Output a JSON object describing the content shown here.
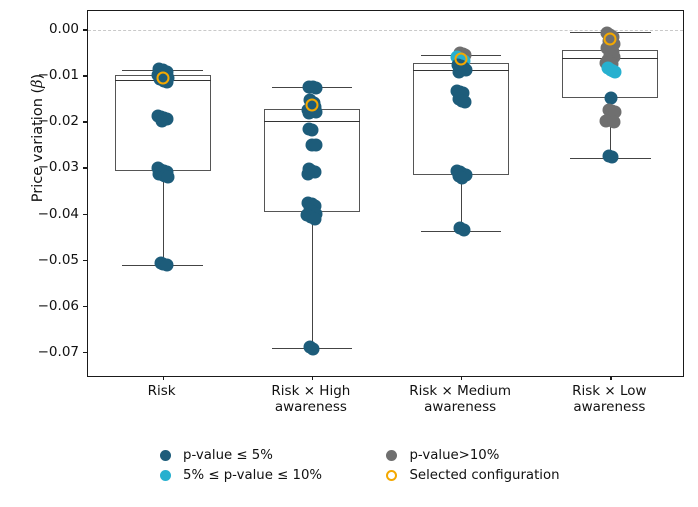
{
  "chart_data": {
    "type": "box",
    "title": "",
    "xlabel": "",
    "ylabel": "Price variation (β)",
    "ylim": [
      -0.0755,
      0.0042
    ],
    "yticks": [
      0.0,
      -0.01,
      -0.02,
      -0.03,
      -0.04,
      -0.05,
      -0.06,
      -0.07
    ],
    "ytick_labels": [
      "0.00",
      "−0.01",
      "−0.02",
      "−0.03",
      "−0.04",
      "−0.05",
      "−0.06",
      "−0.07"
    ],
    "grid": false,
    "zero_reference_line": 0.0,
    "legend_position": "below-axes",
    "categories": [
      "Risk",
      "Risk × High\nawareness",
      "Risk × Medium\nawareness",
      "Risk × Low\nawareness"
    ],
    "boxes": [
      {
        "category": "Risk",
        "whisker_low": -0.051,
        "q1": -0.0305,
        "median": -0.0108,
        "q3": -0.0098,
        "whisker_high": -0.0086,
        "selected_configuration": -0.0104
      },
      {
        "category": "Risk × High awareness",
        "whisker_low": -0.069,
        "q1": -0.0395,
        "median": -0.0196,
        "q3": -0.017,
        "whisker_high": -0.0123,
        "selected_configuration": -0.0163
      },
      {
        "category": "Risk × Medium awareness",
        "whisker_low": -0.0435,
        "q1": -0.0315,
        "median": -0.0086,
        "q3": -0.0072,
        "whisker_high": -0.0054,
        "selected_configuration": -0.0062
      },
      {
        "category": "Risk × Low awareness",
        "whisker_low": -0.0277,
        "q1": -0.0148,
        "median": -0.0059,
        "q3": -0.0043,
        "whisker_high": -0.0004,
        "selected_configuration": -0.0019
      }
    ],
    "points": [
      {
        "cat": 0,
        "v": -0.0083,
        "g": "sig",
        "j": -0.022
      },
      {
        "cat": 0,
        "v": -0.0086,
        "g": "sig",
        "j": 0.004
      },
      {
        "cat": 0,
        "v": -0.009,
        "g": "sig",
        "j": 0.026
      },
      {
        "cat": 0,
        "v": -0.0098,
        "g": "sig",
        "j": -0.03
      },
      {
        "cat": 0,
        "v": -0.01,
        "g": "sig",
        "j": -0.008
      },
      {
        "cat": 0,
        "v": -0.0102,
        "g": "sig",
        "j": 0.018
      },
      {
        "cat": 0,
        "v": -0.0104,
        "g": "sig",
        "j": 0.034
      },
      {
        "cat": 0,
        "v": -0.0106,
        "g": "sig",
        "j": -0.016
      },
      {
        "cat": 0,
        "v": -0.011,
        "g": "sig",
        "j": 0.01
      },
      {
        "cat": 0,
        "v": -0.0112,
        "g": "sig",
        "j": 0.03
      },
      {
        "cat": 0,
        "v": -0.0187,
        "g": "sig",
        "j": -0.028
      },
      {
        "cat": 0,
        "v": -0.0189,
        "g": "sig",
        "j": -0.012
      },
      {
        "cat": 0,
        "v": -0.0191,
        "g": "sig",
        "j": 0.008
      },
      {
        "cat": 0,
        "v": -0.0193,
        "g": "sig",
        "j": 0.026
      },
      {
        "cat": 0,
        "v": -0.0196,
        "g": "sig",
        "j": -0.004
      },
      {
        "cat": 0,
        "v": -0.03,
        "g": "sig",
        "j": -0.03
      },
      {
        "cat": 0,
        "v": -0.0303,
        "g": "sig",
        "j": -0.01
      },
      {
        "cat": 0,
        "v": -0.0305,
        "g": "sig",
        "j": 0.008
      },
      {
        "cat": 0,
        "v": -0.0307,
        "g": "sig",
        "j": 0.026
      },
      {
        "cat": 0,
        "v": -0.0312,
        "g": "sig",
        "j": -0.022
      },
      {
        "cat": 0,
        "v": -0.0315,
        "g": "sig",
        "j": 0.0
      },
      {
        "cat": 0,
        "v": -0.0317,
        "g": "sig",
        "j": 0.018
      },
      {
        "cat": 0,
        "v": -0.0319,
        "g": "sig",
        "j": 0.034
      },
      {
        "cat": 0,
        "v": -0.0506,
        "g": "sig",
        "j": -0.014
      },
      {
        "cat": 0,
        "v": -0.0508,
        "g": "sig",
        "j": 0.002
      },
      {
        "cat": 0,
        "v": -0.051,
        "g": "sig",
        "j": 0.028
      },
      {
        "cat": 1,
        "v": -0.0122,
        "g": "sig",
        "j": -0.02
      },
      {
        "cat": 1,
        "v": -0.0124,
        "g": "sig",
        "j": 0.01
      },
      {
        "cat": 1,
        "v": -0.0126,
        "g": "sig",
        "j": 0.026
      },
      {
        "cat": 1,
        "v": -0.0152,
        "g": "sig",
        "j": -0.014
      },
      {
        "cat": 1,
        "v": -0.0158,
        "g": "sig",
        "j": 0.012
      },
      {
        "cat": 1,
        "v": -0.0163,
        "g": "sig",
        "j": 0.0
      },
      {
        "cat": 1,
        "v": -0.0167,
        "g": "sig",
        "j": 0.022
      },
      {
        "cat": 1,
        "v": -0.0172,
        "g": "sig",
        "j": -0.026
      },
      {
        "cat": 1,
        "v": -0.0174,
        "g": "sig",
        "j": -0.006
      },
      {
        "cat": 1,
        "v": -0.0176,
        "g": "sig",
        "j": 0.014
      },
      {
        "cat": 1,
        "v": -0.0178,
        "g": "sig",
        "j": 0.03
      },
      {
        "cat": 1,
        "v": -0.018,
        "g": "sig",
        "j": -0.018
      },
      {
        "cat": 1,
        "v": -0.0214,
        "g": "sig",
        "j": -0.022
      },
      {
        "cat": 1,
        "v": -0.0216,
        "g": "sig",
        "j": 0.002
      },
      {
        "cat": 1,
        "v": -0.0248,
        "g": "sig",
        "j": 0.004
      },
      {
        "cat": 1,
        "v": -0.025,
        "g": "sig",
        "j": 0.026
      },
      {
        "cat": 1,
        "v": -0.0302,
        "g": "sig",
        "j": -0.018
      },
      {
        "cat": 1,
        "v": -0.0305,
        "g": "sig",
        "j": 0.002
      },
      {
        "cat": 1,
        "v": -0.0308,
        "g": "sig",
        "j": 0.022
      },
      {
        "cat": 1,
        "v": -0.0312,
        "g": "sig",
        "j": -0.028
      },
      {
        "cat": 1,
        "v": -0.0375,
        "g": "sig",
        "j": -0.026
      },
      {
        "cat": 1,
        "v": -0.0378,
        "g": "sig",
        "j": 0.004
      },
      {
        "cat": 1,
        "v": -0.0382,
        "g": "sig",
        "j": 0.024
      },
      {
        "cat": 1,
        "v": -0.039,
        "g": "sig",
        "j": -0.014
      },
      {
        "cat": 1,
        "v": -0.0394,
        "g": "sig",
        "j": 0.01
      },
      {
        "cat": 1,
        "v": -0.0398,
        "g": "sig",
        "j": 0.03
      },
      {
        "cat": 1,
        "v": -0.0402,
        "g": "sig",
        "j": -0.03
      },
      {
        "cat": 1,
        "v": -0.0406,
        "g": "sig",
        "j": -0.004
      },
      {
        "cat": 1,
        "v": -0.041,
        "g": "sig",
        "j": 0.018
      },
      {
        "cat": 1,
        "v": -0.0688,
        "g": "sig",
        "j": -0.014
      },
      {
        "cat": 1,
        "v": -0.0692,
        "g": "sig",
        "j": 0.006
      },
      {
        "cat": 2,
        "v": -0.005,
        "g": "ns",
        "j": -0.01
      },
      {
        "cat": 2,
        "v": -0.0052,
        "g": "ns",
        "j": 0.01
      },
      {
        "cat": 2,
        "v": -0.0054,
        "g": "ns",
        "j": 0.026
      },
      {
        "cat": 2,
        "v": -0.0058,
        "g": "mid",
        "j": -0.03
      },
      {
        "cat": 2,
        "v": -0.0062,
        "g": "mid",
        "j": 0.0
      },
      {
        "cat": 2,
        "v": -0.0066,
        "g": "mid",
        "j": 0.016
      },
      {
        "cat": 2,
        "v": -0.0075,
        "g": "sig",
        "j": -0.022
      },
      {
        "cat": 2,
        "v": -0.0078,
        "g": "sig",
        "j": -0.002
      },
      {
        "cat": 2,
        "v": -0.0082,
        "g": "sig",
        "j": 0.016
      },
      {
        "cat": 2,
        "v": -0.0086,
        "g": "sig",
        "j": 0.03
      },
      {
        "cat": 2,
        "v": -0.009,
        "g": "sig",
        "j": -0.012
      },
      {
        "cat": 2,
        "v": -0.0132,
        "g": "sig",
        "j": -0.028
      },
      {
        "cat": 2,
        "v": -0.0134,
        "g": "sig",
        "j": -0.008
      },
      {
        "cat": 2,
        "v": -0.0136,
        "g": "sig",
        "j": 0.012
      },
      {
        "cat": 2,
        "v": -0.015,
        "g": "sig",
        "j": -0.016
      },
      {
        "cat": 2,
        "v": -0.0154,
        "g": "sig",
        "j": 0.004
      },
      {
        "cat": 2,
        "v": -0.0156,
        "g": "sig",
        "j": 0.026
      },
      {
        "cat": 2,
        "v": -0.0305,
        "g": "sig",
        "j": -0.026
      },
      {
        "cat": 2,
        "v": -0.0308,
        "g": "sig",
        "j": -0.006
      },
      {
        "cat": 2,
        "v": -0.0311,
        "g": "sig",
        "j": 0.014
      },
      {
        "cat": 2,
        "v": -0.0314,
        "g": "sig",
        "j": 0.032
      },
      {
        "cat": 2,
        "v": -0.0317,
        "g": "sig",
        "j": -0.016
      },
      {
        "cat": 2,
        "v": -0.032,
        "g": "sig",
        "j": 0.004
      },
      {
        "cat": 2,
        "v": -0.043,
        "g": "sig",
        "j": -0.006
      },
      {
        "cat": 2,
        "v": -0.0434,
        "g": "sig",
        "j": 0.018
      },
      {
        "cat": 3,
        "v": -0.0006,
        "g": "ns",
        "j": -0.02
      },
      {
        "cat": 3,
        "v": -0.001,
        "g": "ns",
        "j": 0.0
      },
      {
        "cat": 3,
        "v": -0.0014,
        "g": "ns",
        "j": 0.02
      },
      {
        "cat": 3,
        "v": -0.0019,
        "g": "ns",
        "j": 0.008
      },
      {
        "cat": 3,
        "v": -0.0024,
        "g": "ns",
        "j": -0.01
      },
      {
        "cat": 3,
        "v": -0.003,
        "g": "ns",
        "j": 0.024
      },
      {
        "cat": 3,
        "v": -0.0038,
        "g": "ns",
        "j": -0.024
      },
      {
        "cat": 3,
        "v": -0.0043,
        "g": "ns",
        "j": -0.004
      },
      {
        "cat": 3,
        "v": -0.0048,
        "g": "ns",
        "j": 0.016
      },
      {
        "cat": 3,
        "v": -0.0054,
        "g": "ns",
        "j": 0.0
      },
      {
        "cat": 3,
        "v": -0.0058,
        "g": "ns",
        "j": 0.022
      },
      {
        "cat": 3,
        "v": -0.0064,
        "g": "ns",
        "j": -0.018
      },
      {
        "cat": 3,
        "v": -0.007,
        "g": "ns",
        "j": -0.03
      },
      {
        "cat": 3,
        "v": -0.0074,
        "g": "ns",
        "j": 0.01
      },
      {
        "cat": 3,
        "v": -0.0082,
        "g": "mid",
        "j": -0.016
      },
      {
        "cat": 3,
        "v": -0.0086,
        "g": "mid",
        "j": 0.002
      },
      {
        "cat": 3,
        "v": -0.0088,
        "g": "mid",
        "j": 0.02
      },
      {
        "cat": 3,
        "v": -0.009,
        "g": "mid",
        "j": 0.032
      },
      {
        "cat": 3,
        "v": -0.0148,
        "g": "sig",
        "j": 0.002
      },
      {
        "cat": 3,
        "v": -0.0172,
        "g": "ns",
        "j": -0.012
      },
      {
        "cat": 3,
        "v": -0.0175,
        "g": "ns",
        "j": 0.012
      },
      {
        "cat": 3,
        "v": -0.0178,
        "g": "ns",
        "j": 0.03
      },
      {
        "cat": 3,
        "v": -0.0196,
        "g": "ns",
        "j": -0.026
      },
      {
        "cat": 3,
        "v": -0.0199,
        "g": "ns",
        "j": 0.026
      },
      {
        "cat": 3,
        "v": -0.0272,
        "g": "sig",
        "j": -0.006
      },
      {
        "cat": 3,
        "v": -0.0276,
        "g": "sig",
        "j": 0.012
      }
    ]
  },
  "legend": {
    "items": [
      {
        "key": "sig",
        "label": "p-value ≤ 5%",
        "color": "#1d5c7a",
        "style": "filled"
      },
      {
        "key": "ns",
        "label": "p-value>10%",
        "color": "#6f6f6f",
        "style": "filled"
      },
      {
        "key": "mid",
        "label": "5% ≤ p-value ≤ 10%",
        "color": "#27b0cf",
        "style": "filled"
      },
      {
        "key": "sel",
        "label": "Selected configuration",
        "color": "#f4a800",
        "style": "open-ring"
      }
    ]
  }
}
